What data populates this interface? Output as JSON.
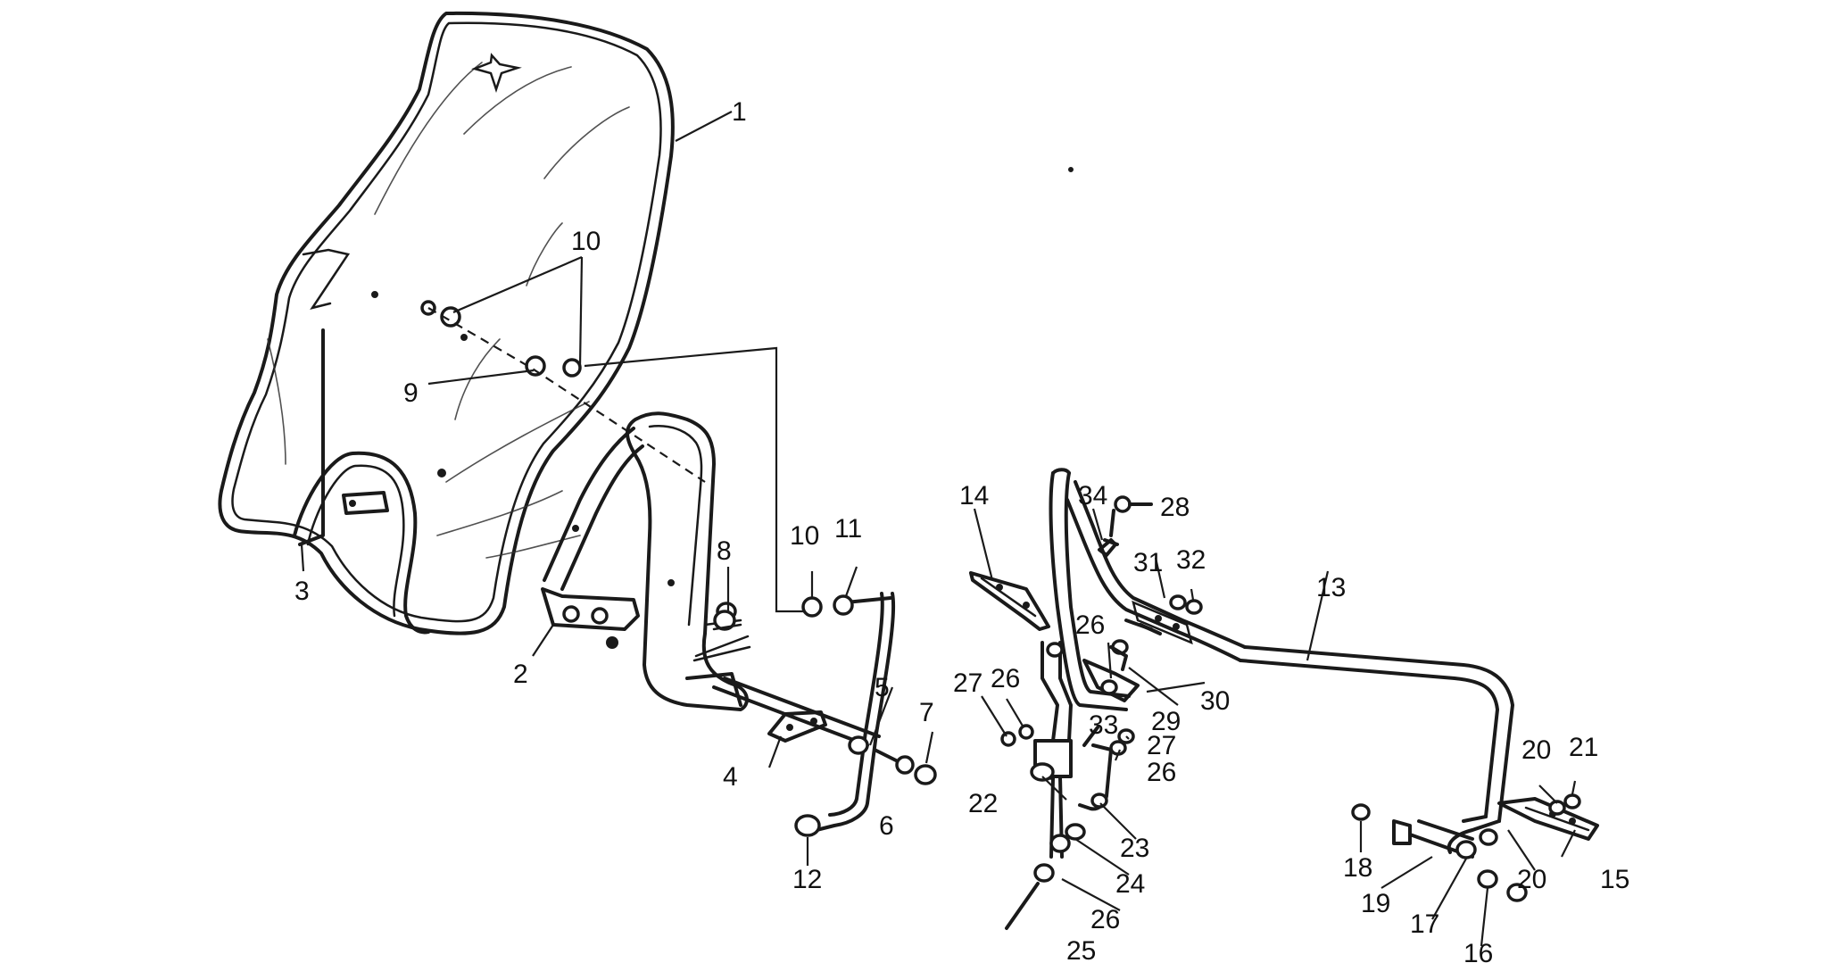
{
  "diagram": {
    "callouts": [
      "1",
      "2",
      "3",
      "4",
      "5",
      "6",
      "7",
      "8",
      "9",
      "10",
      "10",
      "11",
      "12",
      "13",
      "14",
      "15",
      "16",
      "17",
      "18",
      "19",
      "20",
      "20",
      "21",
      "22",
      "23",
      "24",
      "25",
      "26",
      "26",
      "26",
      "26",
      "27",
      "27",
      "28",
      "29",
      "30",
      "31",
      "32",
      "33",
      "34"
    ]
  }
}
